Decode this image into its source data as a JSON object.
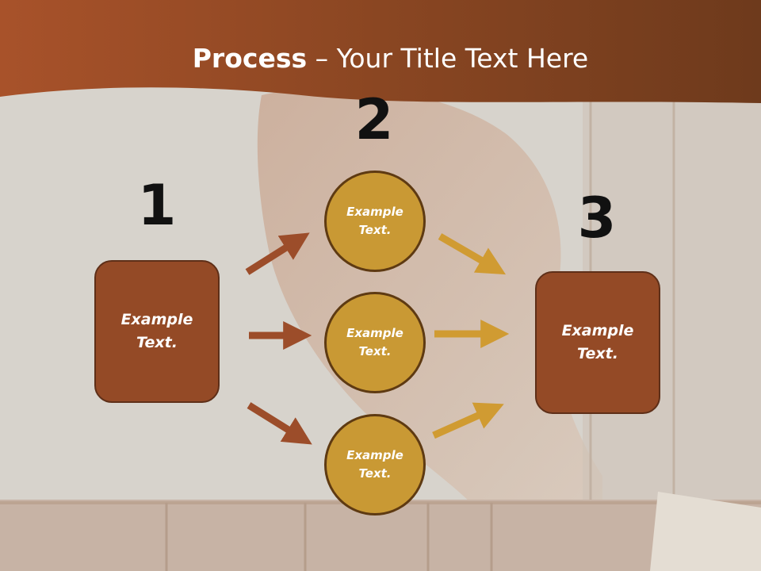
{
  "title": {
    "bold": "Process",
    "rest": " – Your Title Text Here"
  },
  "steps": [
    {
      "number": "1",
      "text": "Example Text."
    },
    {
      "number": "2",
      "items": [
        "Example Text.",
        "Example Text.",
        "Example Text."
      ]
    },
    {
      "number": "3",
      "text": "Example Text."
    }
  ],
  "colors": {
    "box": "#944a26",
    "circle": "#c99934",
    "arrow_brown": "#9c4d2a",
    "arrow_gold": "#d09b32",
    "header": "#8f4522"
  }
}
